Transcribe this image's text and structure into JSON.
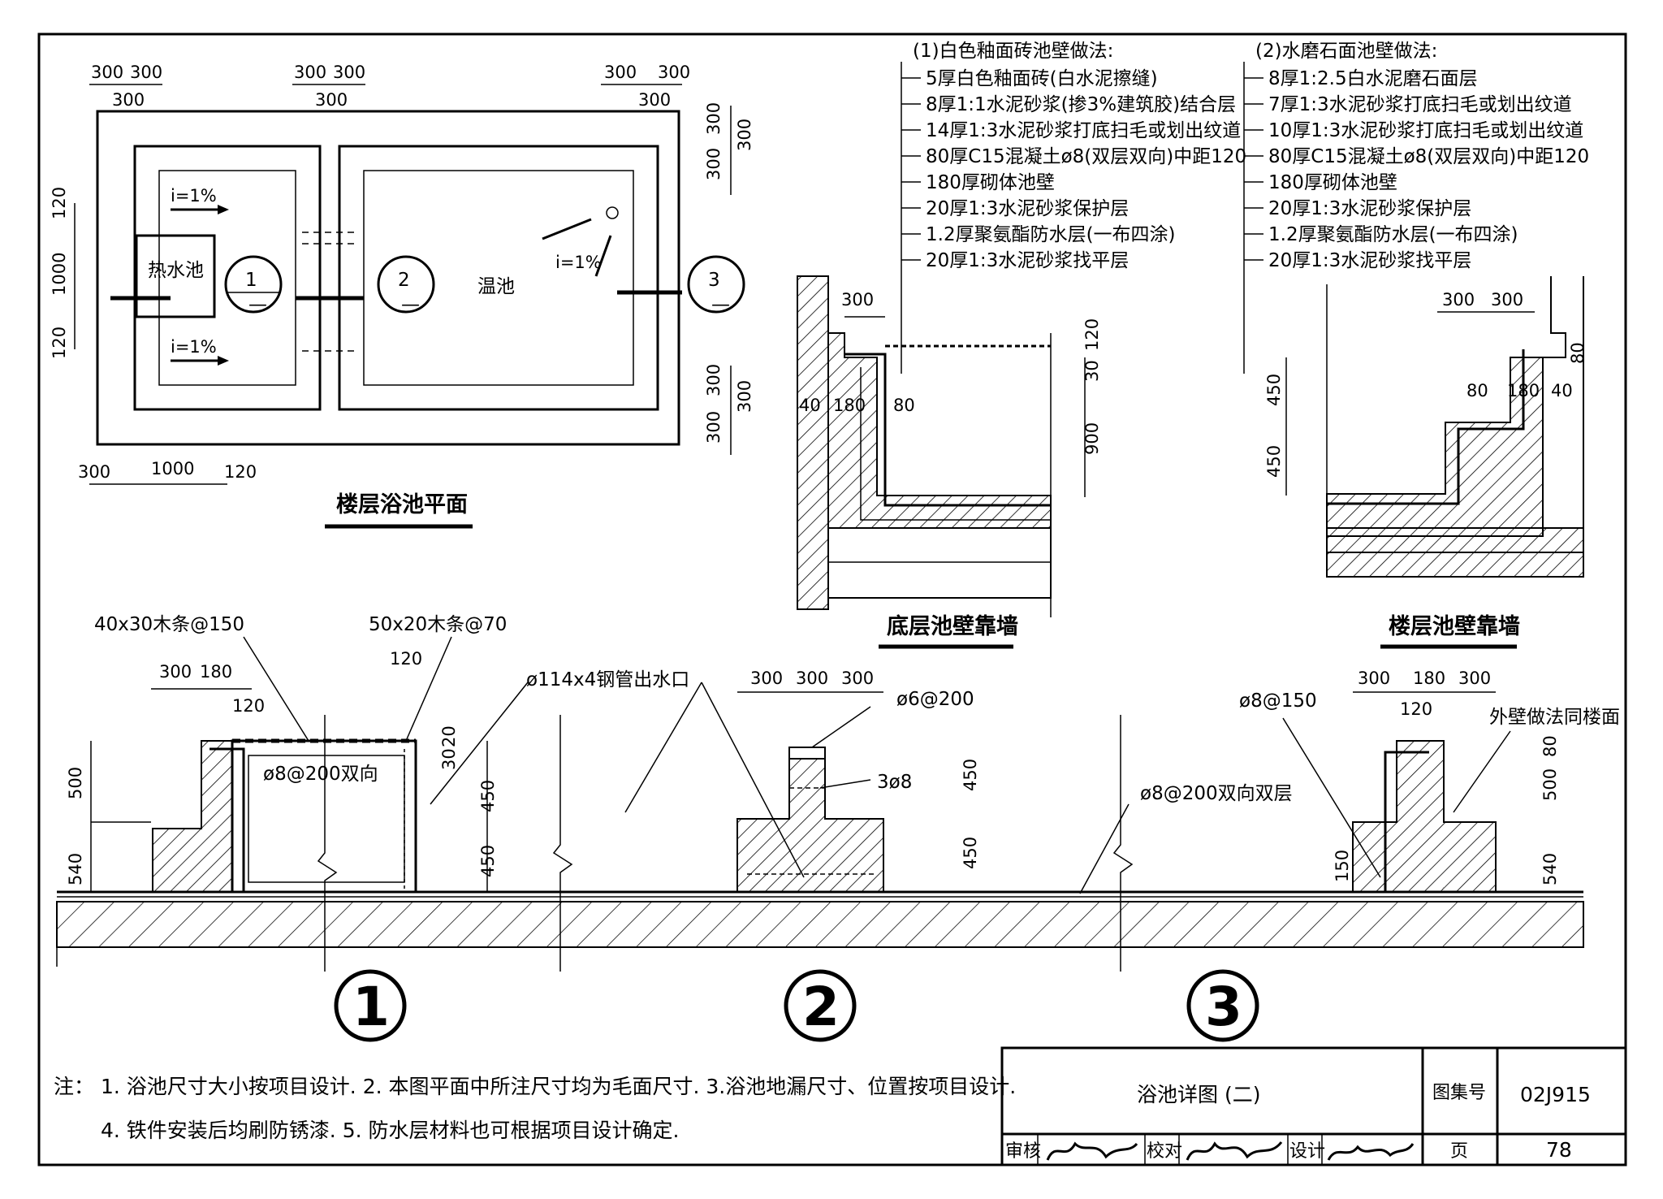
{
  "plan": {
    "title": "楼层浴池平面",
    "hot_pool": "热水池",
    "warm_pool": "温池",
    "slope_label": "i=1%",
    "section_marks": [
      "1",
      "2",
      "3"
    ],
    "dims_top": [
      "300",
      "300",
      "300"
    ],
    "dims_bottom": [
      "300",
      "1000",
      "120"
    ],
    "dims_left": [
      "120",
      "1000",
      "120"
    ],
    "dims_right": [
      "300",
      "300"
    ]
  },
  "spec1": {
    "heading": "(1)白色釉面砖池壁做法:",
    "layers": [
      "5厚白色釉面砖(白水泥擦缝)",
      "8厚1:1水泥砂浆(掺3%建筑胶)结合层",
      "14厚1:3水泥砂浆打底扫毛或划出纹道",
      "80厚C15混凝土ø8(双层双向)中距120",
      "180厚砌体池壁",
      "20厚1:3水泥砂浆保护层",
      "1.2厚聚氨酯防水层(一布四涂)",
      "20厚1:3水泥砂浆找平层"
    ]
  },
  "spec2": {
    "heading": "(2)水磨石面池壁做法:",
    "layers": [
      "8厚1:2.5白水泥磨石面层",
      "7厚1:3水泥砂浆打底扫毛或划出纹道",
      "10厚1:3水泥砂浆打底扫毛或划出纹道",
      "80厚C15混凝土ø8(双层双向)中距120",
      "180厚砌体池壁",
      "20厚1:3水泥砂浆保护层",
      "1.2厚聚氨酯防水层(一布四涂)",
      "20厚1:3水泥砂浆找平层"
    ]
  },
  "detail_ground": {
    "caption": "底层池壁靠墙",
    "dims": [
      "300",
      "120",
      "30",
      "40",
      "180",
      "80",
      "900"
    ]
  },
  "detail_floor": {
    "caption": "楼层池壁靠墙",
    "dims": [
      "300",
      "300",
      "80",
      "80",
      "180",
      "40",
      "450",
      "450"
    ]
  },
  "section": {
    "labels": {
      "timber1": "40x30木条@150",
      "timber2": "50x20木条@70",
      "steel_pipe": "ø114x4钢管出水口",
      "rebar_6": "ø6@200",
      "rebar_8_150": "ø8@150",
      "rebar_8_200": "ø8@200双向",
      "rebar_3": "3ø8",
      "rebar_double": "ø8@200双向双层",
      "outer_wall": "外壁做法同楼面"
    },
    "marks": [
      "1",
      "2",
      "3"
    ]
  },
  "notes": {
    "prefix": "注：",
    "line1": "1. 浴池尺寸大小按项目设计.  2. 本图平面中所注尺寸均为毛面尺寸.  3.浴池地漏尺寸、位置按项目设计.",
    "line2": "4. 铁件安装后均刷防锈漆.    5. 防水层材料也可根据项目设计确定."
  },
  "title_block": {
    "drawing_title": "浴池详图 (二)",
    "atlas_label": "图集号",
    "atlas_no": "02J915",
    "page_label": "页",
    "page_no": "78",
    "review_label": "审核",
    "check_label": "校对",
    "design_label": "设计"
  }
}
